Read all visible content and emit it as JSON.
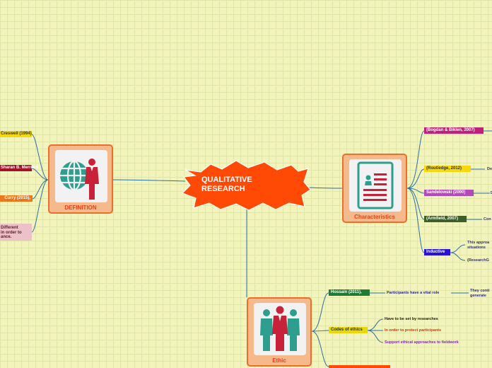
{
  "central": {
    "title": "QUALITATIVE RESEARCH"
  },
  "definition": {
    "label": "DEFINITION",
    "sources": [
      "Creswell (1994)",
      "Sharan B. Merriam",
      "Curry (2015),",
      "Different\nin order to\nance."
    ]
  },
  "characteristics": {
    "label": "Characteristics",
    "sources": [
      "(Bogdan & Biklen, 2007)",
      "(Routledge, 2012)",
      "Sandelowski (2000)",
      "(Armfield, 2007)",
      "Inductive"
    ],
    "details": [
      "De",
      "D",
      "Con"
    ],
    "inductive_notes": [
      "This approa\nsituations",
      "(ResearchG"
    ]
  },
  "ethic": {
    "label": "Ethic",
    "hossain": {
      "label": "Hossain (2011),",
      "note": "Participants have a vital role",
      "tail": "They conti\ngenerate"
    },
    "codes": {
      "label": "Codes of ethics",
      "items": [
        "Have to be set by researches",
        "In order to protect participants",
        "Support ethical approaches to fieldwork"
      ]
    }
  },
  "colors": {
    "background": "#f3f4bd",
    "central": "#ff4a05",
    "node_fill": "#f6b98c",
    "node_border": "#e8702a",
    "connector": "#2a6fa6",
    "icon_teal": "#2e9e8e",
    "icon_red": "#c8223a"
  }
}
